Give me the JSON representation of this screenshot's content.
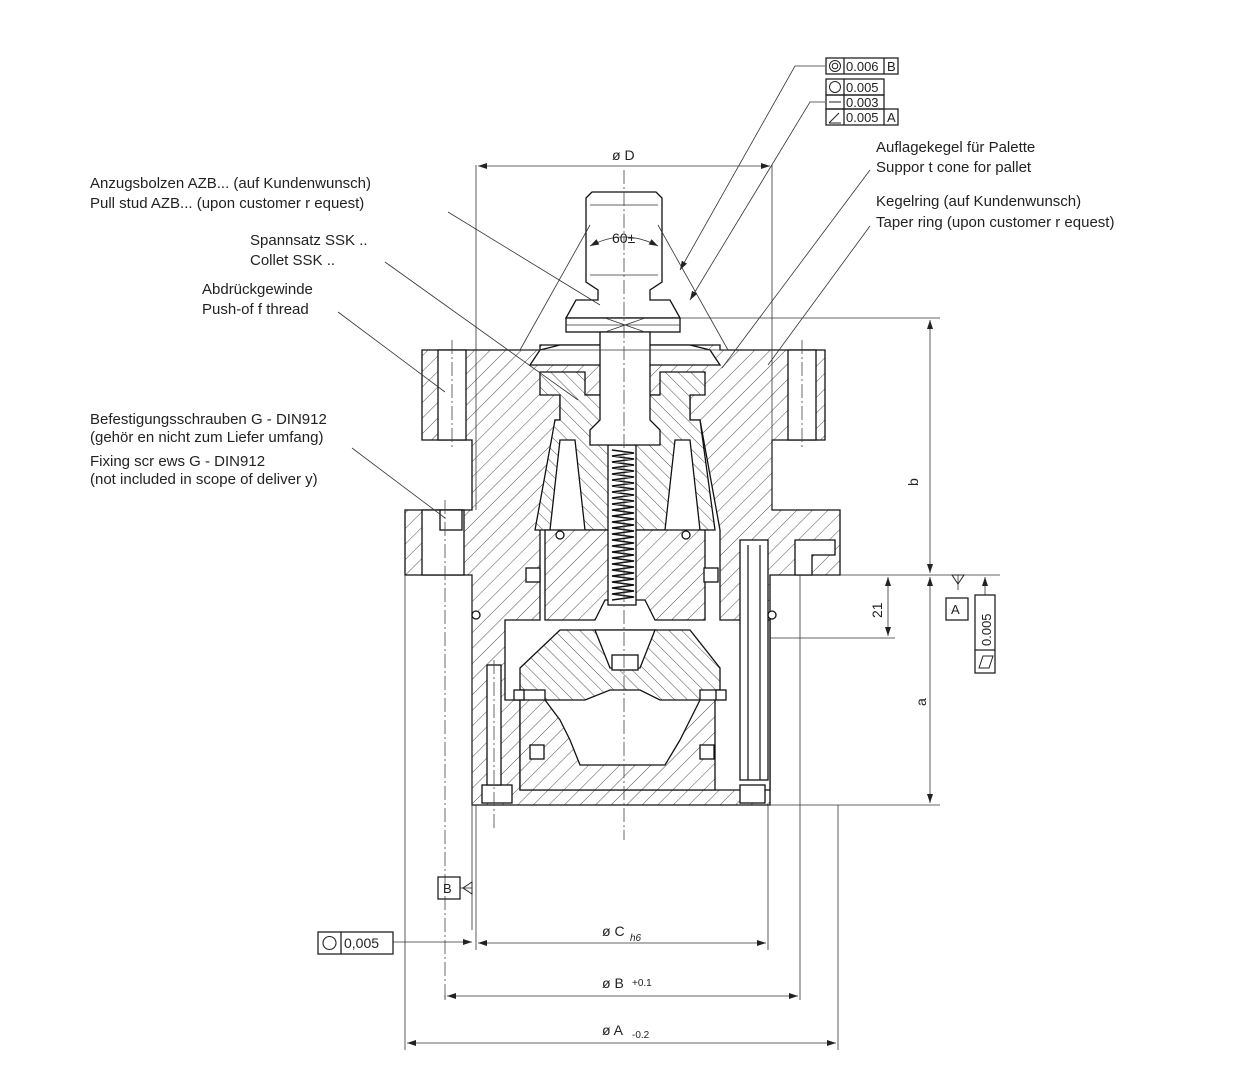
{
  "labels": {
    "pull_stud_de": "Anzugsbolzen AZB... (auf Kundenwunsch)",
    "pull_stud_en": "Pull stud AZB... (upon customer r equest)",
    "collet_de": "Spannsatz SSK ..",
    "collet_en": "Collet SSK ..",
    "pushoff_de": "Abdrückgewinde",
    "pushoff_en": "Push-of f thread",
    "fixing_de_1": "Befestigungsschrauben G - DIN912",
    "fixing_de_2": "(gehör en nicht zum Liefer umfang)",
    "fixing_en_1": "Fixing scr ews G - DIN912",
    "fixing_en_2": "(not included in scope of deliver y)",
    "support_cone_de": "Auflagekegel für Palette",
    "support_cone_en": "Suppor t cone for pallet",
    "taper_ring_de": "Kegelring (auf Kundenwunsch)",
    "taper_ring_en": "Taper ring (upon customer r equest)"
  },
  "dimensions": {
    "dia_d": "ø D",
    "angle": "60±",
    "b": "b",
    "a": "a",
    "h21": "21",
    "dia_c": "ø C",
    "dia_c_tol": "h6",
    "dia_b": "ø B",
    "dia_b_tol": "+0.1",
    "dia_a": "ø A",
    "dia_a_tol": "-0.2"
  },
  "tolerances": {
    "concentricity_value": "0.006",
    "concentricity_datum": "B",
    "roundness_value": "0.005",
    "straightness_value": "0.003",
    "runout_value": "0.005",
    "runout_datum": "A",
    "datum_a": "A",
    "flatness_value": "0.005",
    "datum_b": "B",
    "bottom_circularity_value": "0,005"
  }
}
